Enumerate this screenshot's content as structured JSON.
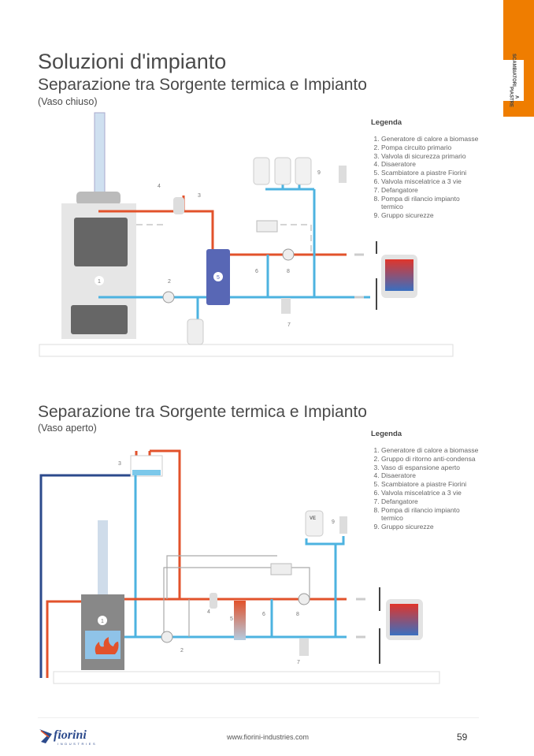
{
  "side_tab": {
    "line1": "SCAMBIATORI",
    "line2": "A PIASTRE"
  },
  "title": "Soluzioni d'impianto",
  "section1": {
    "subtitle": "Separazione tra Sorgente termica  e Impianto",
    "note": "(Vaso chiuso)",
    "legend_title": "Legenda",
    "legend": [
      "Generatore di calore a biomasse",
      "Pompa circuito primario",
      "Valvola di sicurezza primario",
      "Disaeratore",
      "Scambiatore a piastre Fiorini",
      "Valvola miscelatrice a 3 vie",
      "Defangatore",
      "Pompa di rilancio impianto termico",
      "Gruppo sicurezze"
    ]
  },
  "section2": {
    "subtitle": "Separazione tra Sorgente termica  e Impianto",
    "note": "(Vaso aperto)",
    "legend_title": "Legenda",
    "legend": [
      "Generatore di calore a biomasse",
      "Gruppo di ritorno anti-condensa",
      "Vaso di espansione aperto",
      "Disaeratore",
      "Scambiatore a piastre Fiorini",
      "Valvola miscelatrice a 3 vie",
      "Defangatore",
      "Pompa di rilancio impianto termico",
      "Gruppo sicurezze"
    ],
    "tank_label": "VE"
  },
  "footer": {
    "brand": "fiorini",
    "brand_sub": "INDUSTRIES",
    "url": "www.fiorini-industries.com",
    "page": "59"
  },
  "colors": {
    "accent": "#ef7d00",
    "hot": "#e2522b",
    "cold": "#4db3e0",
    "dark_blue": "#2c4a8c"
  }
}
